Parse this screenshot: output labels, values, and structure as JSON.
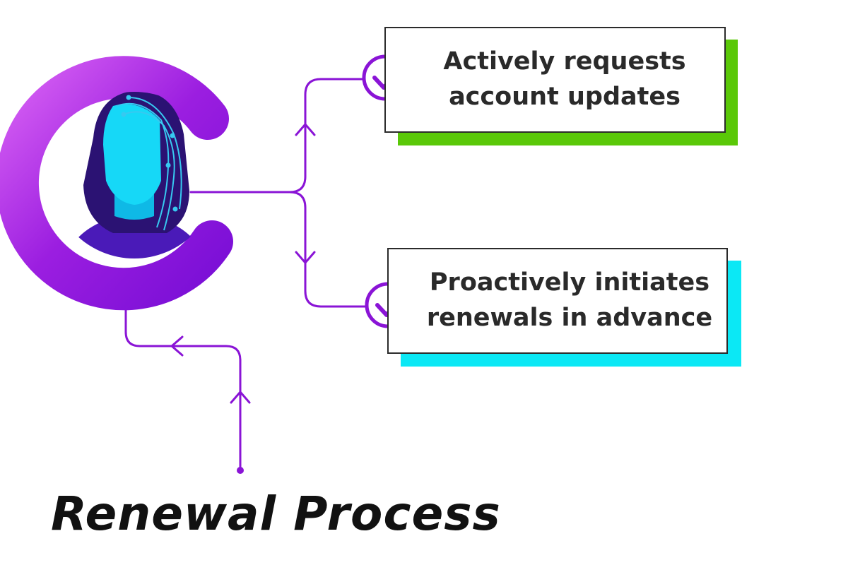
{
  "title": "Renewal Process",
  "cards": [
    {
      "lines": [
        "Actively requests",
        "account updates"
      ],
      "accent_color": "#5ac808"
    },
    {
      "lines": [
        "Proactively initiates",
        "renewals in advance"
      ],
      "accent_color": "#0be8f5"
    }
  ],
  "colors": {
    "connector": "#8a14d6",
    "ring_dark": "#7a10d8",
    "ring_light": "#cf5ef2",
    "face": "#12d5f5",
    "hair": "#2b1273",
    "body": "#4a1ab8",
    "circuit": "#37c9f0"
  },
  "icons": {
    "avatar": "person-circuit-icon",
    "check": "check-circle-icon"
  }
}
